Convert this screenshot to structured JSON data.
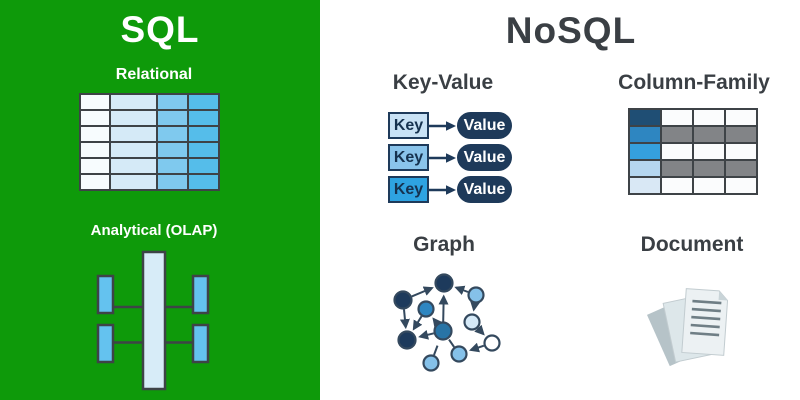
{
  "sql_panel": {
    "title": "SQL",
    "background": "#0e9a0a",
    "sections": [
      {
        "label": "Relational"
      },
      {
        "label": "Analytical (OLAP)"
      }
    ]
  },
  "nosql_panel": {
    "title": "NoSQL",
    "sections": [
      {
        "label": "Key-Value"
      },
      {
        "label": "Column-Family"
      },
      {
        "label": "Graph"
      },
      {
        "label": "Document"
      }
    ],
    "key_value_rows": [
      {
        "key": "Key",
        "value": "Value"
      },
      {
        "key": "Key",
        "value": "Value"
      },
      {
        "key": "Key",
        "value": "Value"
      }
    ]
  },
  "colors": {
    "sql_green": "#0e9a0a",
    "heading_dark": "#3a3f44",
    "navy": "#1e3a5a",
    "diagram_border": "#3e4347",
    "table_light_blue": "#d5eaf7",
    "table_mid_blue": "#7fc9ee",
    "table_deep_blue": "#55bdea",
    "key_box_shades": [
      "#c9e2f5",
      "#8ac4eb",
      "#2ea3e1"
    ],
    "column_family_first_col_shades": [
      "#1f4e74",
      "#2e86c1",
      "#35a0dd",
      "#b5d6ef",
      "#d9e8f5"
    ],
    "column_family_gray_cell": "#828487",
    "graph_node_shades": [
      "#1d3a5c",
      "#2e86c1",
      "#2874a6",
      "#85c1e9",
      "#d6eaf8",
      "#ffffff"
    ]
  }
}
